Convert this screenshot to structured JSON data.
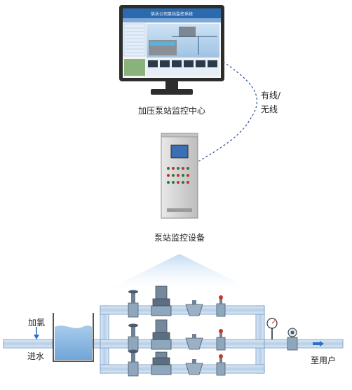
{
  "monitor_screen": {
    "title": "供水公司泵站监控系统",
    "tabs": [
      "",
      "",
      "",
      "",
      ""
    ]
  },
  "labels": {
    "monitor_center": "加压泵站监控中心",
    "link_line1": "有线/",
    "link_line2": "无线",
    "device": "泵站监控设备",
    "chlorine": "加氯",
    "inlet": "进水",
    "to_user": "至用户"
  },
  "colors": {
    "pipe": "#c9dcef",
    "pipe_edge": "#6f95bf",
    "water": "#7fb2de",
    "arrow": "#2a6fc9",
    "link": "#2b4f9a",
    "monitor_frame": "#2b2b2b",
    "cabinet": "#dcdcdc"
  }
}
